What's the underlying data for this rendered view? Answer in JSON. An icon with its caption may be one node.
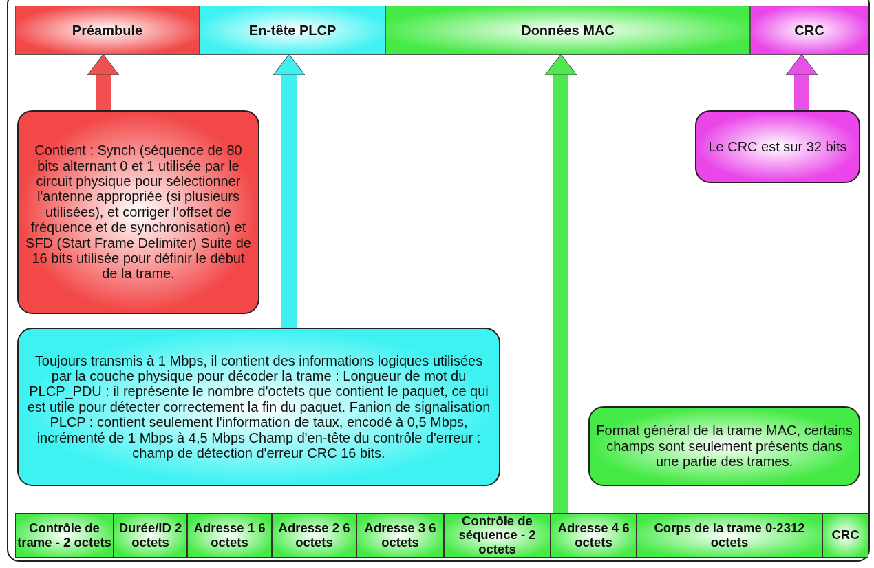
{
  "diagram": {
    "nodes": [
      {
        "text": [
          "Préambule"
        ]
      },
      {
        "text": [
          "En-tête PLCP"
        ]
      },
      {
        "text": [
          "Données MAC"
        ]
      },
      {
        "text": [
          "CRC"
        ]
      },
      {
        "text": [
          "Contient : Synch (séquence de 80 bits alternant 0 et 1 utilisée par le circuit physique pour sélectionner l'antenne appropriée (si plusieurs utilisées), et corriger l'offset de fréquence et de synchronisation) et SFD (Start Frame Delimiter) Suite de 16 bits utilisée pour définir le début de la trame."
        ]
      },
      {
        "text": [
          "Le CRC est sur 32 bits"
        ]
      },
      {
        "text": [
          "Toujours transmis à 1 Mbps, il contient des informations logiques utilisées par la couche physique pour décoder la trame : Longueur de mot du PLCP_PDU : il représente le nombre d'octets que contient le paquet, ce qui est utile pour détecter correctement la fin du paquet. Fanion de signalisation PLCP : contient seulement l'information de taux, encodé à 0,5 Mbps, incrémenté de 1 Mbps à 4,5 Mbps Champ d'en-tête du contrôle d'erreur : champ de détection d'erreur CRC 16 bits."
        ]
      },
      {
        "text": [
          "Format général de la trame MAC, certains champs sont seulement présents dans une partie des trames."
        ]
      },
      {
        "text": [
          "Contrôle de trame - 2 octets"
        ]
      },
      {
        "text": [
          "Durée/ID 2 octets"
        ]
      },
      {
        "text": [
          "Adresse 1 6 octets"
        ]
      },
      {
        "text": [
          "Adresse 2 6 octets"
        ]
      },
      {
        "text": [
          "Adresse 3 6 octets"
        ]
      },
      {
        "text": [
          "Contrôle de séquence - 2 octets"
        ]
      },
      {
        "text": [
          "Adresse 4 6 octets"
        ]
      },
      {
        "text": [
          "Corps de la trame 0-2312 octets"
        ]
      },
      {
        "text": [
          "CRC"
        ]
      }
    ],
    "edges": [
      {
        "from": 4,
        "to": 0,
        "arrow": "to",
        "color": "#f05050"
      },
      {
        "from": 6,
        "to": 1,
        "arrow": "to",
        "color": "#40f0f0"
      },
      {
        "from": 14,
        "to": 2,
        "arrow": "to",
        "color": "#50e850"
      },
      {
        "from": 5,
        "to": 3,
        "arrow": "to",
        "color": "#e850e8"
      }
    ]
  }
}
